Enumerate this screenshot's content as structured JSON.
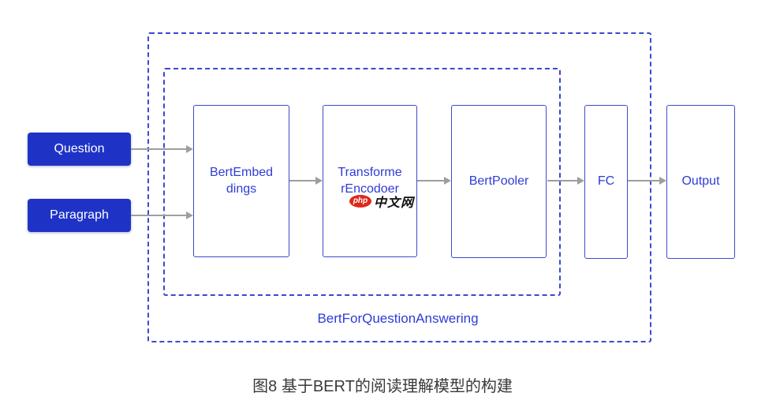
{
  "diagram": {
    "group_label": "BertForQuestionAnswering",
    "caption": "图8 基于BERT的阅读理解模型的构建",
    "inputs": [
      {
        "label": "Question"
      },
      {
        "label": "Paragraph"
      }
    ],
    "stages": [
      {
        "label": "BertEmbed\ndings"
      },
      {
        "label": "Transforme\nrEncodoer"
      },
      {
        "label": "BertPooler"
      },
      {
        "label": "FC"
      },
      {
        "label": "Output"
      }
    ],
    "watermark": {
      "badge": "php",
      "text": "中文网"
    },
    "colors": {
      "input_fill": "#1e33c6",
      "node_border": "#3d4bd0",
      "node_text": "#2e3cd6",
      "dashed_border": "#3a49d1",
      "arrow": "#9e9e9e",
      "watermark_red": "#e0271b",
      "caption_text": "#3a3a3a"
    }
  }
}
